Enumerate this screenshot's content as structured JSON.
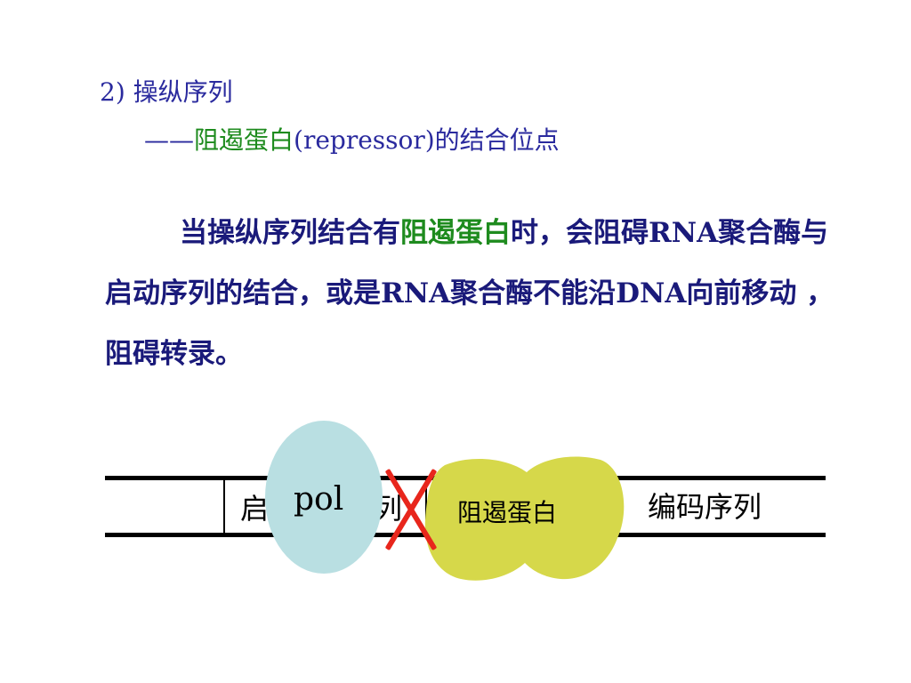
{
  "heading": {
    "number": "2)",
    "title": "操纵序列",
    "dash": "——",
    "subtitle_green": "阻遏蛋白",
    "subtitle_rest": "(repressor)的结合位点"
  },
  "paragraph": {
    "part1": "当操纵序列结合有",
    "highlight": "阻遏蛋白",
    "part2": "时，会阻碍RNA聚合酶与启动序列的结合，或是RNA聚合酶不能沿DNA向前移动 ，阻碍转录。"
  },
  "diagram": {
    "promoter_label_left": "启",
    "promoter_label_right": "列",
    "coding_label": "编码序列",
    "pol_label": "pol",
    "repressor_label": "阻遏蛋白",
    "colors": {
      "pol_fill": "#b9dfe2",
      "repressor_fill": "#d6d84a",
      "cross": "#e8261c",
      "heading_blue": "#2a2a9e",
      "highlight_green": "#1e8b1e"
    }
  }
}
